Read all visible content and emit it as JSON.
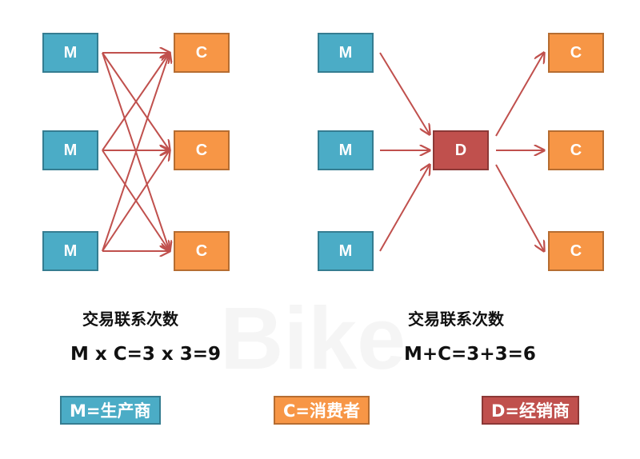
{
  "colors": {
    "manufacturer": "#4bacc6",
    "consumer": "#f79646",
    "dealer": "#c0504d",
    "arrow": "#c0504d"
  },
  "left": {
    "manufacturers": [
      "M",
      "M",
      "M"
    ],
    "consumers": [
      "C",
      "C",
      "C"
    ],
    "title": "交易联系次数",
    "formula": "M x C=3 x 3=9"
  },
  "right": {
    "manufacturers": [
      "M",
      "M",
      "M"
    ],
    "dealer": "D",
    "consumers": [
      "C",
      "C",
      "C"
    ],
    "title": "交易联系次数",
    "formula": "M+C=3+3=6"
  },
  "legend": {
    "manufacturer": "M=生产商",
    "consumer": "C=消费者",
    "dealer": "D=经销商"
  },
  "watermark": "Bike"
}
